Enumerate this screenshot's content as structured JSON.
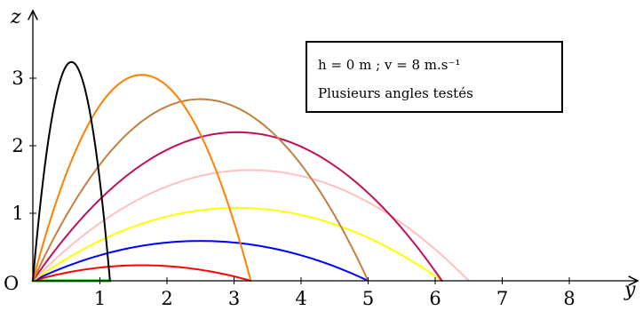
{
  "chart_data": {
    "type": "line",
    "title_lines": [
      "h = 0 m  ; v = 8 m.s⁻¹",
      "Plusieurs angles testés"
    ],
    "xlabel": "y",
    "ylabel": "z",
    "origin_label": "O",
    "xlim": [
      0,
      9
    ],
    "ylim": [
      0,
      3.9
    ],
    "x_ticks": [
      "1",
      "2",
      "3",
      "4",
      "5",
      "6",
      "7",
      "8"
    ],
    "y_ticks": [
      "1",
      "2",
      "3"
    ],
    "grid": false,
    "legend_placement": "top-right",
    "series": [
      {
        "color": "#00cc00",
        "range": 1.15,
        "apex": 0.0
      },
      {
        "color": "#ff0000",
        "range": 3.25,
        "apex": 0.23
      },
      {
        "color": "#0000ff",
        "range": 5.0,
        "apex": 0.59
      },
      {
        "color": "#ffff00",
        "range": 6.1,
        "apex": 1.08
      },
      {
        "color": "#ffc0c0",
        "range": 6.5,
        "apex": 1.64
      },
      {
        "color": "#c0105a",
        "range": 6.1,
        "apex": 2.2
      },
      {
        "color": "#c08040",
        "range": 5.0,
        "apex": 2.69
      },
      {
        "color": "#ff8000",
        "range": 3.25,
        "apex": 3.05
      },
      {
        "color": "#000000",
        "range": 1.15,
        "apex": 3.24
      }
    ]
  }
}
